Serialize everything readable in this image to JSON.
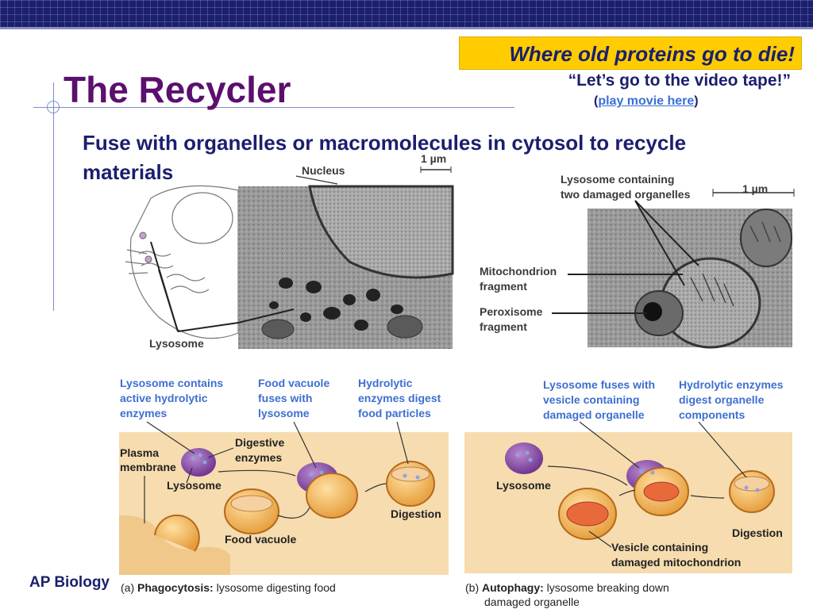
{
  "slide": {
    "title": "The Recycler",
    "callout": "Where old proteins go to die!",
    "quote": "“Let’s go to the video tape!”",
    "movie_open": "(",
    "movie_link": "play movie here",
    "movie_close": ")",
    "bullet": "Fuse with organelles or macromolecules in cytosol to recycle materials",
    "footer": "AP Biology"
  },
  "micrograph_left": {
    "nucleus_label": "Nucleus",
    "scale_label": "1 µm",
    "lysosome_label": "Lysosome"
  },
  "micrograph_right": {
    "top_label_1": "Lysosome containing",
    "top_label_2": "two damaged organelles",
    "scale_label": "1 µm",
    "mito_label_1": "Mitochondrion",
    "mito_label_2": "fragment",
    "perox_label_1": "Peroxisome",
    "perox_label_2": "fragment"
  },
  "panel_a": {
    "step1": [
      "Lysosome contains",
      "active hydrolytic",
      "enzymes"
    ],
    "step2": [
      "Food vacuole",
      "fuses with",
      "lysosome"
    ],
    "step3": [
      "Hydrolytic",
      "enzymes digest",
      "food particles"
    ],
    "plasma_membrane": [
      "Plasma",
      "membrane"
    ],
    "digestive_enzymes": [
      "Digestive",
      "enzymes"
    ],
    "lysosome": "Lysosome",
    "digestion": "Digestion",
    "food_vacuole": "Food vacuole",
    "caption_prefix": "(a)",
    "caption_bold": "Phagocytosis:",
    "caption_rest": " lysosome digesting food"
  },
  "panel_b": {
    "step1": [
      "Lysosome fuses with",
      "vesicle containing",
      "damaged organelle"
    ],
    "step2": [
      "Hydrolytic enzymes",
      "digest organelle",
      "components"
    ],
    "lysosome": "Lysosome",
    "digestion": "Digestion",
    "vesicle": [
      "Vesicle containing",
      "damaged mitochondrion"
    ],
    "caption_prefix": "(b)",
    "caption_bold": "Autophagy:",
    "caption_rest_1": " lysosome breaking down",
    "caption_rest_2": "damaged organelle"
  },
  "colors": {
    "title": "#5b0f6e",
    "text": "#1a1f6e",
    "callout_bg": "#ffcc00",
    "link": "#3a6fd8",
    "step_label": "#3d6fd0",
    "lysosome_fill": "#8a4ea8",
    "vacuole_fill": "#f2b25a",
    "panel_bg": "#f6dcae"
  }
}
